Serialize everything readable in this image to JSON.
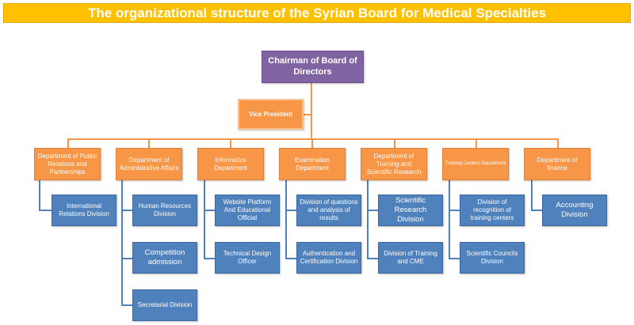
{
  "title": "The organizational structure of the Syrian Board for Medical Specialties",
  "chairman": "Chairman of Board of Directors",
  "vice_president": "Vice President",
  "departments": [
    {
      "name": "Department of Public Relations and Partnerships",
      "divisions": [
        "International Relations Division"
      ]
    },
    {
      "name": "Department of Administrative Affairs",
      "divisions": [
        "Human Resources Division",
        "Competition admission",
        "Secretarial Division"
      ]
    },
    {
      "name": "Informatics Department",
      "divisions": [
        "Website Platform And Educational Official",
        "Technical Design Officer"
      ]
    },
    {
      "name": "Examination Department",
      "divisions": [
        "Division of questions and analysis of results",
        "Authentication and Certification Division"
      ]
    },
    {
      "name": "Department of Training and Scientific Research",
      "divisions": [
        "Scientific Research Division",
        "Division of Training and CME"
      ]
    },
    {
      "name": "Training Centers Department",
      "divisions": [
        "Division of recognition of training centers",
        "Scientific Councils Division"
      ]
    },
    {
      "name": "Department of finance",
      "divisions": [
        "Accounting Division"
      ]
    }
  ],
  "colors": {
    "banner": "#ffc000",
    "chairman": "#8064a2",
    "department": "#f79646",
    "division": "#4f81bd"
  }
}
